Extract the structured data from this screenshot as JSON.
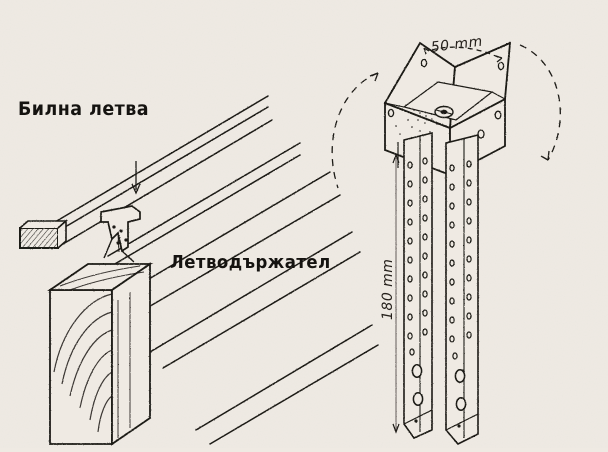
{
  "figure": {
    "title": "Roof ridge batten and batten holder assembly detail",
    "background_color": "#efeae3",
    "ink_color": "#1d1a16",
    "labels": {
      "ridge_batten": "Билна летва",
      "batten_holder": "Летводържател"
    },
    "dimensions": {
      "width": "50 mm",
      "height": "180 mm"
    },
    "left_detail": {
      "name": "ridge batten and holder on rafters",
      "parts": [
        "batten-cross-section",
        "batten-holder-clip",
        "rafter-lines",
        "timber-beam-end"
      ]
    },
    "right_detail": {
      "name": "perforated U-bracket post base",
      "parts": [
        "u-saddle-cup",
        "left-perforated-strap",
        "right-perforated-strap",
        "center-bolt",
        "rotation-arc-left",
        "rotation-arc-right"
      ],
      "strap_hole_rows": 13,
      "strap_large_holes": 2
    }
  }
}
